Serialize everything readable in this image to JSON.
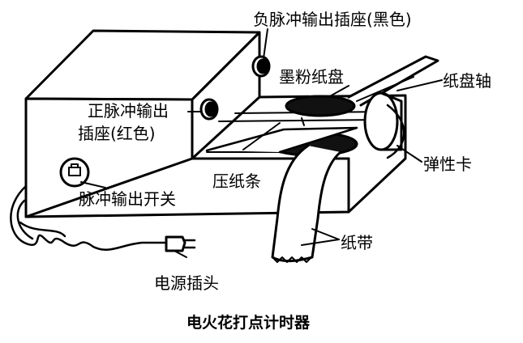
{
  "labels": {
    "negative_socket": "负脉冲输出插座(黑色)",
    "toner_disc": "墨粉纸盘",
    "disc_axle": "纸盘轴",
    "positive_socket_line1": "正脉冲输出",
    "positive_socket_line2": "插座(红色)",
    "spring_clip": "弹性卡",
    "pressure_strip": "压纸条",
    "pulse_switch": "脉冲输出开关",
    "paper_tape": "纸带",
    "power_plug": "电源插头"
  },
  "caption": "电火花打点计时器"
}
